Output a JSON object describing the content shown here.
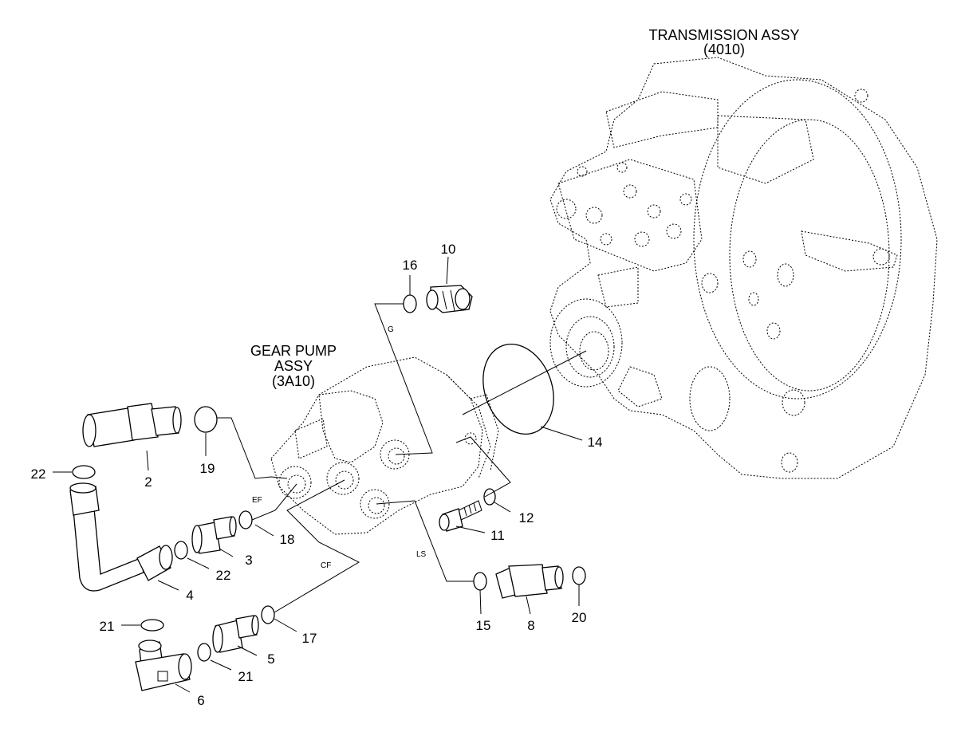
{
  "assemblies": {
    "transmission_name": "TRANSMISSION ASSY",
    "transmission_code": "(4010)",
    "gear_pump_line1": "GEAR PUMP",
    "gear_pump_line2": "ASSY",
    "gear_pump_code": "(3A10)"
  },
  "port_labels": {
    "g": "G",
    "ef": "EF",
    "cf": "CF",
    "ls": "LS"
  },
  "callouts": {
    "c2": "2",
    "c3": "3",
    "c4": "4",
    "c5": "5",
    "c6": "6",
    "c8": "8",
    "c10": "10",
    "c11": "11",
    "c12": "12",
    "c14": "14",
    "c15": "15",
    "c16": "16",
    "c17": "17",
    "c18": "18",
    "c19": "19",
    "c20": "20",
    "c21a": "21",
    "c21b": "21",
    "c22a": "22",
    "c22b": "22"
  }
}
